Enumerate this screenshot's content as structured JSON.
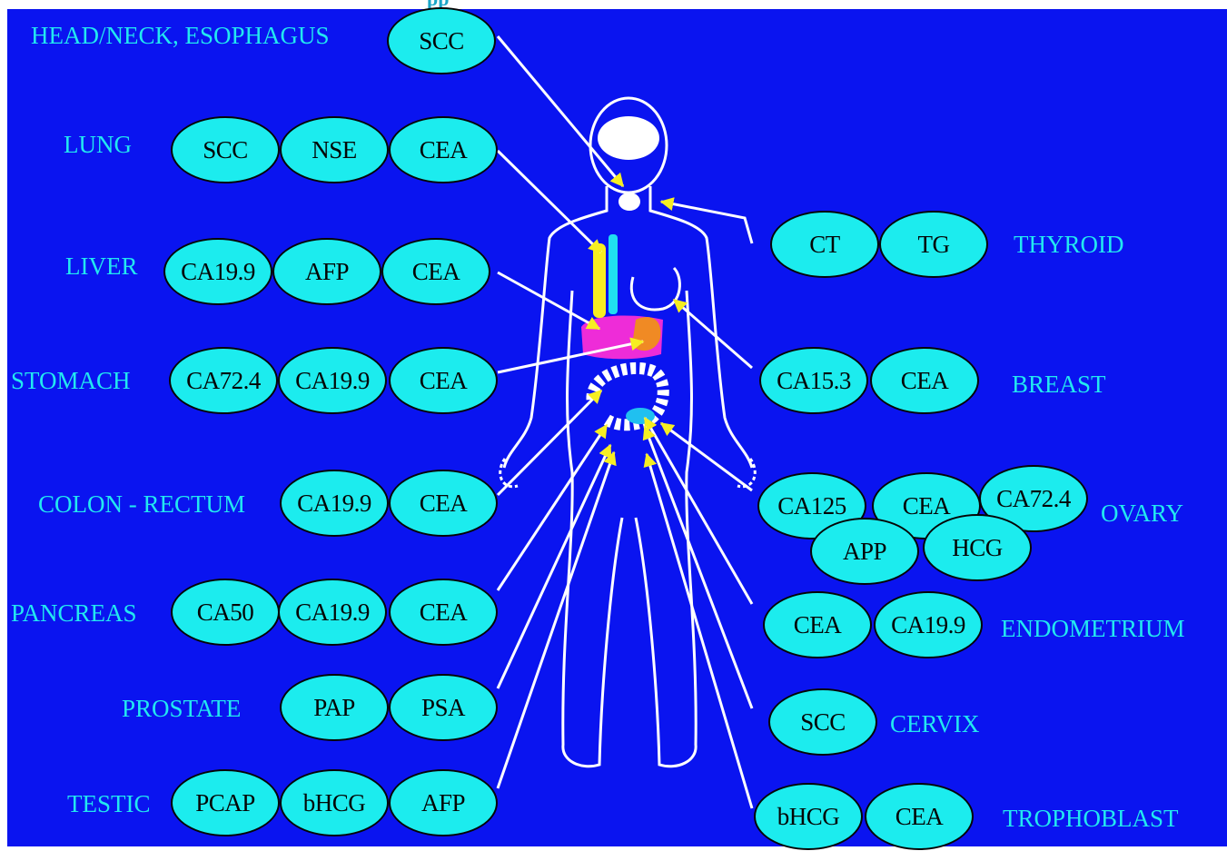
{
  "colors": {
    "background": "#0a14f0",
    "marker_fill": "#1cecee",
    "label_text": "#22e8f0",
    "lines": "#ffffff"
  },
  "top_fragment": "pp",
  "organs": [
    {
      "name": "HEAD/NECK, ESOPHAGUS",
      "markers": [
        "SCC"
      ]
    },
    {
      "name": "LUNG",
      "markers": [
        "SCC",
        "NSE",
        "CEA"
      ]
    },
    {
      "name": "LIVER",
      "markers": [
        "CA19.9",
        "AFP",
        "CEA"
      ]
    },
    {
      "name": "STOMACH",
      "markers": [
        "CA72.4",
        "CA19.9",
        "CEA"
      ]
    },
    {
      "name": "COLON - RECTUM",
      "markers": [
        "CA19.9",
        "CEA"
      ]
    },
    {
      "name": "PANCREAS",
      "markers": [
        "CA50",
        "CA19.9",
        "CEA"
      ]
    },
    {
      "name": "PROSTATE",
      "markers": [
        "PAP",
        "PSA"
      ]
    },
    {
      "name": "TESTIC",
      "markers": [
        "PCAP",
        "bHCG",
        "AFP"
      ]
    },
    {
      "name": "THYROID",
      "markers": [
        "CT",
        "TG"
      ]
    },
    {
      "name": "BREAST",
      "markers": [
        "CA15.3",
        "CEA"
      ]
    },
    {
      "name": "OVARY",
      "markers": [
        "CA125",
        "CEA",
        "CA72.4",
        "APP",
        "HCG"
      ]
    },
    {
      "name": "ENDOMETRIUM",
      "markers": [
        "CEA",
        "CA19.9"
      ]
    },
    {
      "name": "CERVIX",
      "markers": [
        "SCC"
      ]
    },
    {
      "name": "TROPHOBLAST",
      "markers": [
        "bHCG",
        "CEA"
      ]
    }
  ]
}
